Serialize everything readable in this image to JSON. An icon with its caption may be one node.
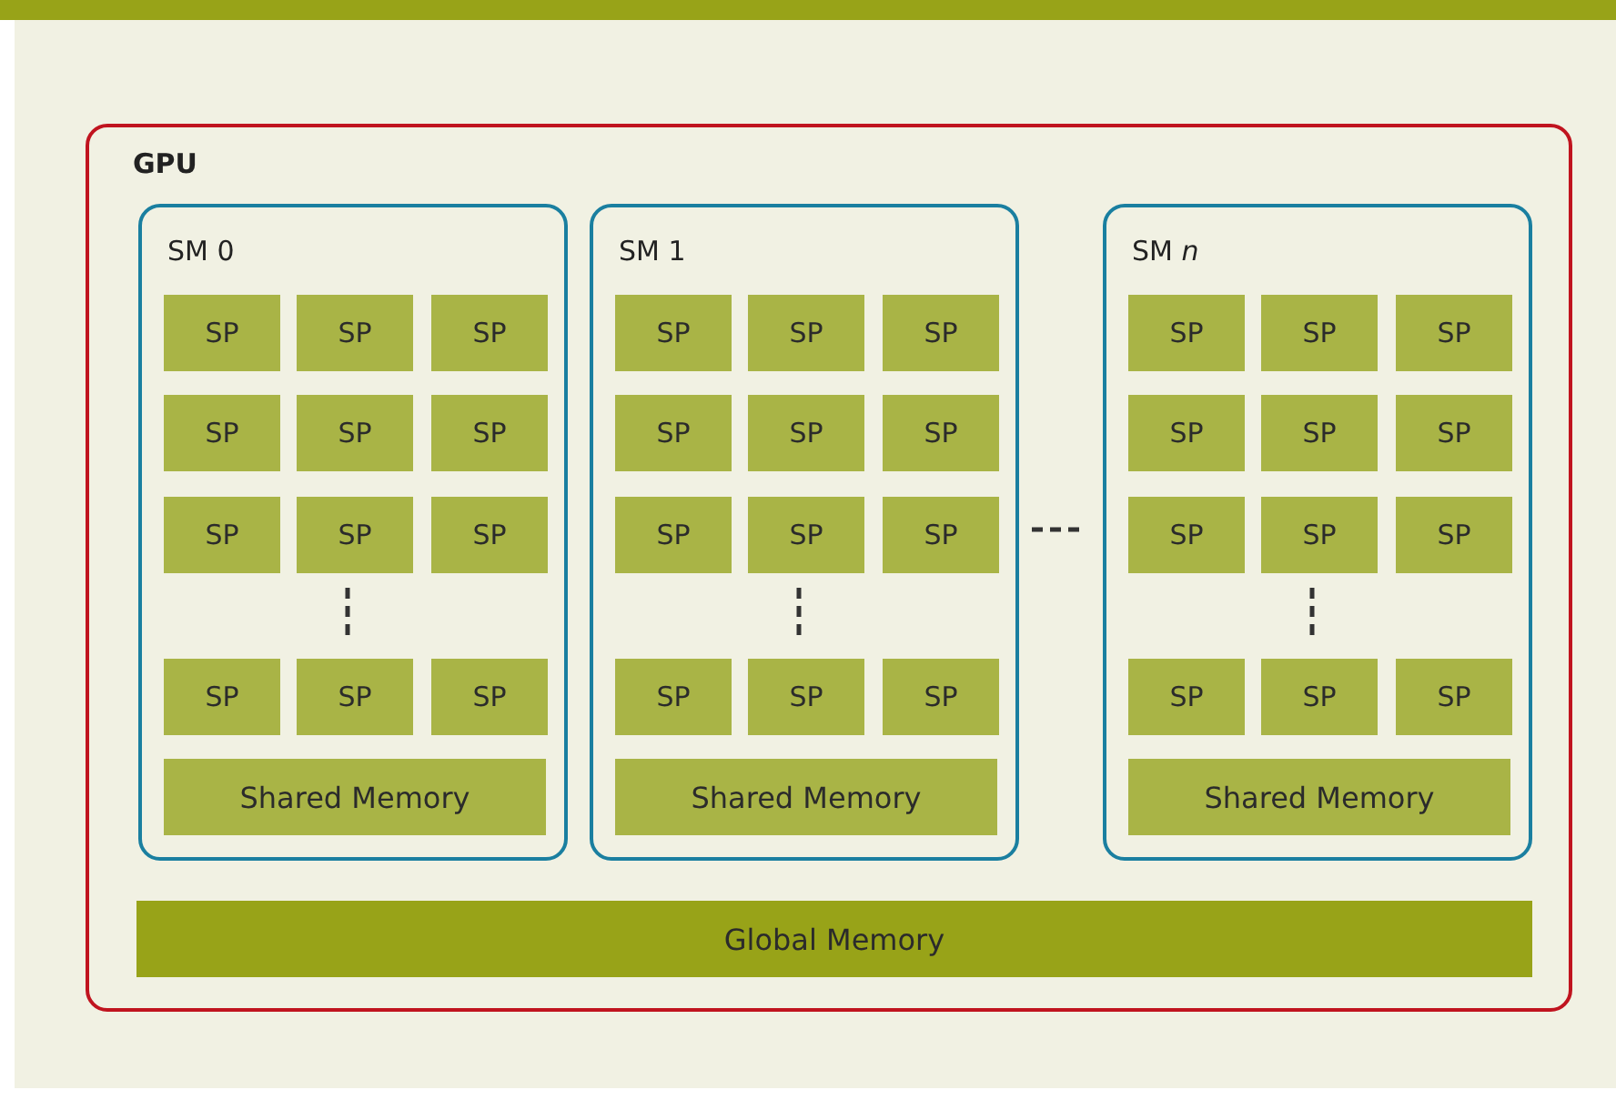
{
  "diagram": {
    "nodes": [
      {
        "text": [
          "GPU"
        ]
      },
      {
        "text": [
          "SM 0"
        ],
        "in": 0
      },
      {
        "text": [
          "SP"
        ],
        "in": 1
      },
      {
        "text": [
          "SP"
        ],
        "in": 1
      },
      {
        "text": [
          "SP"
        ],
        "in": 1
      },
      {
        "text": [
          "SP"
        ],
        "in": 1
      },
      {
        "text": [
          "SP"
        ],
        "in": 1
      },
      {
        "text": [
          "SP"
        ],
        "in": 1
      },
      {
        "text": [
          "SP"
        ],
        "in": 1
      },
      {
        "text": [
          "SP"
        ],
        "in": 1
      },
      {
        "text": [
          "SP"
        ],
        "in": 1
      },
      {
        "text": [
          "SP"
        ],
        "in": 1
      },
      {
        "text": [
          "SP"
        ],
        "in": 1
      },
      {
        "text": [
          "SP"
        ],
        "in": 1
      },
      {
        "text": [
          "Shared Memory"
        ],
        "in": 1
      },
      {
        "text": [
          "SM 1"
        ],
        "in": 0
      },
      {
        "text": [
          "SP"
        ],
        "in": 15
      },
      {
        "text": [
          "SP"
        ],
        "in": 15
      },
      {
        "text": [
          "SP"
        ],
        "in": 15
      },
      {
        "text": [
          "SP"
        ],
        "in": 15
      },
      {
        "text": [
          "SP"
        ],
        "in": 15
      },
      {
        "text": [
          "SP"
        ],
        "in": 15
      },
      {
        "text": [
          "SP"
        ],
        "in": 15
      },
      {
        "text": [
          "SP"
        ],
        "in": 15
      },
      {
        "text": [
          "SP"
        ],
        "in": 15
      },
      {
        "text": [
          "SP"
        ],
        "in": 15
      },
      {
        "text": [
          "SP"
        ],
        "in": 15
      },
      {
        "text": [
          "SP"
        ],
        "in": 15
      },
      {
        "text": [
          "Shared Memory"
        ],
        "in": 15
      },
      {
        "text": [
          "SM *n*"
        ],
        "in": 0
      },
      {
        "text": [
          "SP"
        ],
        "in": 29
      },
      {
        "text": [
          "SP"
        ],
        "in": 29
      },
      {
        "text": [
          "SP"
        ],
        "in": 29
      },
      {
        "text": [
          "SP"
        ],
        "in": 29
      },
      {
        "text": [
          "SP"
        ],
        "in": 29
      },
      {
        "text": [
          "SP"
        ],
        "in": 29
      },
      {
        "text": [
          "SP"
        ],
        "in": 29
      },
      {
        "text": [
          "SP"
        ],
        "in": 29
      },
      {
        "text": [
          "SP"
        ],
        "in": 29
      },
      {
        "text": [
          "SP"
        ],
        "in": 29
      },
      {
        "text": [
          "SP"
        ],
        "in": 29
      },
      {
        "text": [
          "SP"
        ],
        "in": 29
      },
      {
        "text": [
          "Shared Memory"
        ],
        "in": 29
      },
      {
        "text": [
          "Global Memory"
        ],
        "in": 0
      }
    ],
    "edges": []
  }
}
